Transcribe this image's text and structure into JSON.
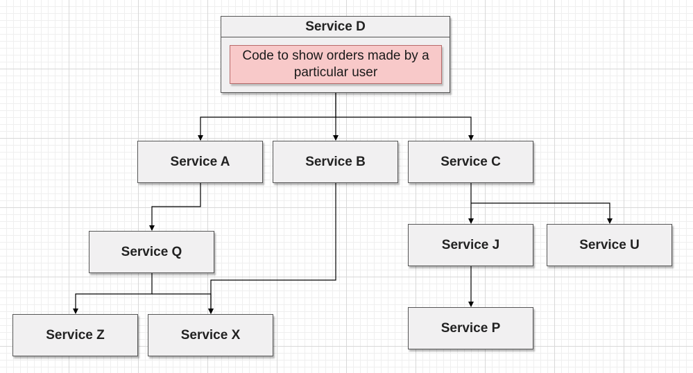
{
  "diagram": {
    "container": {
      "title": "Service D",
      "note": "Code to show orders made by a particular user"
    },
    "services": {
      "a": "Service A",
      "b": "Service B",
      "c": "Service C",
      "q": "Service Q",
      "j": "Service J",
      "u": "Service U",
      "z": "Service Z",
      "x": "Service X",
      "p": "Service P"
    },
    "edges": [
      {
        "from": "Service D",
        "to": "Service A"
      },
      {
        "from": "Service D",
        "to": "Service B"
      },
      {
        "from": "Service D",
        "to": "Service C"
      },
      {
        "from": "Service A",
        "to": "Service Q"
      },
      {
        "from": "Service Q",
        "to": "Service Z"
      },
      {
        "from": "Service Q",
        "to": "Service X"
      },
      {
        "from": "Service B",
        "to": "Service X"
      },
      {
        "from": "Service C",
        "to": "Service J"
      },
      {
        "from": "Service C",
        "to": "Service U"
      },
      {
        "from": "Service J",
        "to": "Service P"
      }
    ],
    "colors": {
      "node_fill": "#f1f0f1",
      "node_border": "#555555",
      "note_fill": "#f8c9c9",
      "note_border": "#b86a6a",
      "connector": "#000000"
    }
  }
}
